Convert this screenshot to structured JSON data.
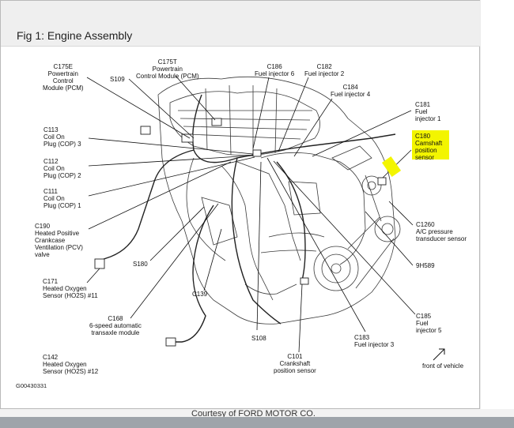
{
  "figure": {
    "title": "Fig 1: Engine Assembly",
    "figure_id": "G00430331",
    "courtesy": "Courtesy of FORD MOTOR CO.",
    "front_label": "front of vehicle"
  },
  "labels": {
    "c175e": "C175E\nPowertrain\nControl\nModule (PCM)",
    "s109": "S109",
    "c175t": "C175T\nPowertrain\nControl Module (PCM)",
    "c186": "C186\nFuel injector 6",
    "c182": "C182\nFuel injector 2",
    "c184": "C184\nFuel injector 4",
    "c181": "C181\nFuel\ninjector 1",
    "c180": "C180\nCamshaft\nposition\nsensor",
    "c113": "C113\nCoil On\nPlug (COP) 3",
    "c112": "C112\nCoil On\nPlug (COP) 2",
    "c111": "C111\nCoil On\nPlug (COP) 1",
    "c190": "C190\nHeated Positive\nCrankcase\nVentilation (PCV)\nvalve",
    "s180": "S180",
    "c171": "C171\nHeated Oxygen\nSensor (HO2S) #11",
    "c139": "C139",
    "c168": "C168\n6-speed automatic\ntransaxle module",
    "s108": "S108",
    "c101": "C101\nCrankshaft\nposition sensor",
    "c183": "C183\nFuel injector 3",
    "c185": "C185\nFuel\ninjector 5",
    "c1260": "C1260\nA/C pressure\ntransducer sensor",
    "h9589": "9H589",
    "c142": "C142\nHeated Oxygen\nSensor (HO2S) #12"
  },
  "colors": {
    "highlight": "#f3f500",
    "line": "#111111",
    "engine_stroke": "#3a3a3a"
  }
}
